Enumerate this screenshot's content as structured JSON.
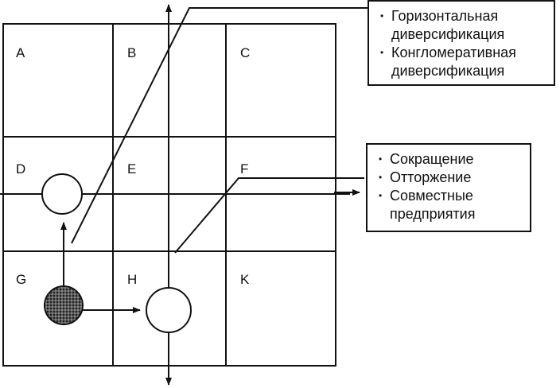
{
  "cells": [
    "A",
    "B",
    "C",
    "D",
    "E",
    "F",
    "G",
    "H",
    "K"
  ],
  "box_top": {
    "items": [
      {
        "line1": "Горизонтальная",
        "line2": "диверсификация"
      },
      {
        "line1": "Конгломеративная",
        "line2": "диверсификация"
      }
    ]
  },
  "box_right": {
    "items": [
      {
        "line1": "Сокращение",
        "line2": ""
      },
      {
        "line1": "Отторжение",
        "line2": ""
      },
      {
        "line1": "Совместные",
        "line2": "предприятия"
      }
    ]
  },
  "bullet": "•",
  "colors": {
    "ink": "#111111",
    "background": "#ffffff"
  }
}
